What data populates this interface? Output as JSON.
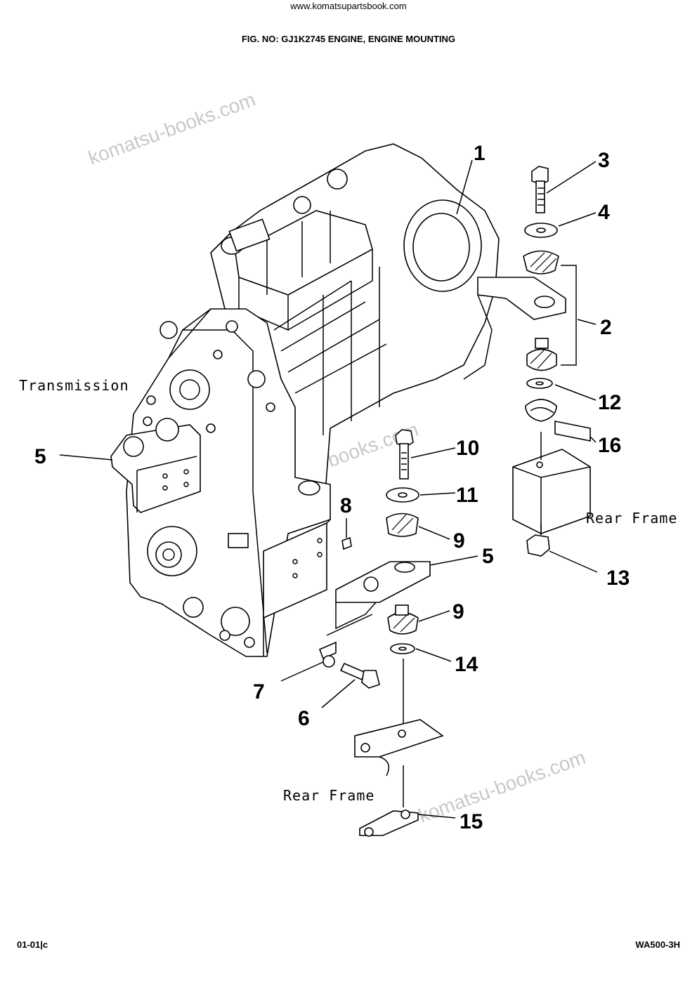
{
  "header": {
    "url": "www.komatsupartsbook.com",
    "title": "FIG. NO:   GJ1K2745    ENGINE, ENGINE MOUNTING"
  },
  "footer": {
    "page": "01-01|c",
    "model": "WA500-3H"
  },
  "watermarks": [
    "komatsu-books.com",
    "komatsu-books.com",
    "komatsu-books.com"
  ],
  "labels": {
    "transmission": "Transmission",
    "rear_frame_right": "Rear Frame",
    "rear_frame_bottom": "Rear Frame"
  },
  "callouts": [
    "1",
    "3",
    "4",
    "2",
    "12",
    "16",
    "5",
    "10",
    "11",
    "8",
    "9",
    "5",
    "13",
    "9",
    "14",
    "7",
    "6",
    "15"
  ]
}
